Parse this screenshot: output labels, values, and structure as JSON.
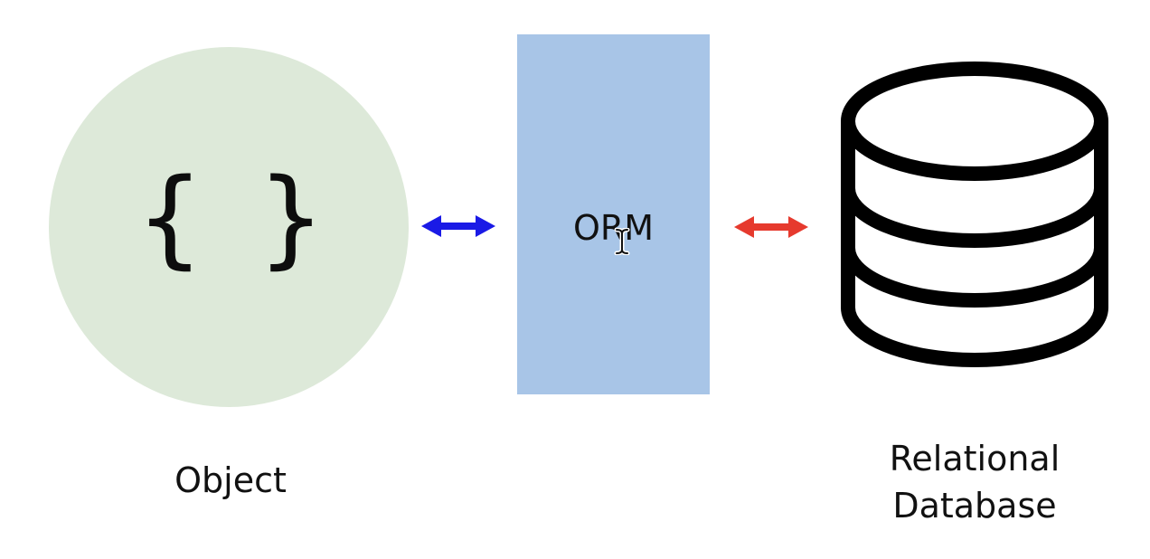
{
  "object": {
    "symbol": "{ }",
    "label": "Object"
  },
  "orm": {
    "label": "ORM"
  },
  "database": {
    "label_line1": "Relational",
    "label_line2": "Database"
  },
  "colors": {
    "object_fill": "#dde9d9",
    "orm_fill": "#a8c5e7",
    "left_arrow": "#1a1ae6",
    "right_arrow": "#e63a2e",
    "icon_stroke": "#000000"
  },
  "icons": {
    "object_icon": "curly-braces-icon",
    "database_icon": "database-icon",
    "left_arrow_icon": "double-arrow-icon",
    "right_arrow_icon": "double-arrow-icon",
    "cursor_icon": "text-cursor-icon"
  }
}
